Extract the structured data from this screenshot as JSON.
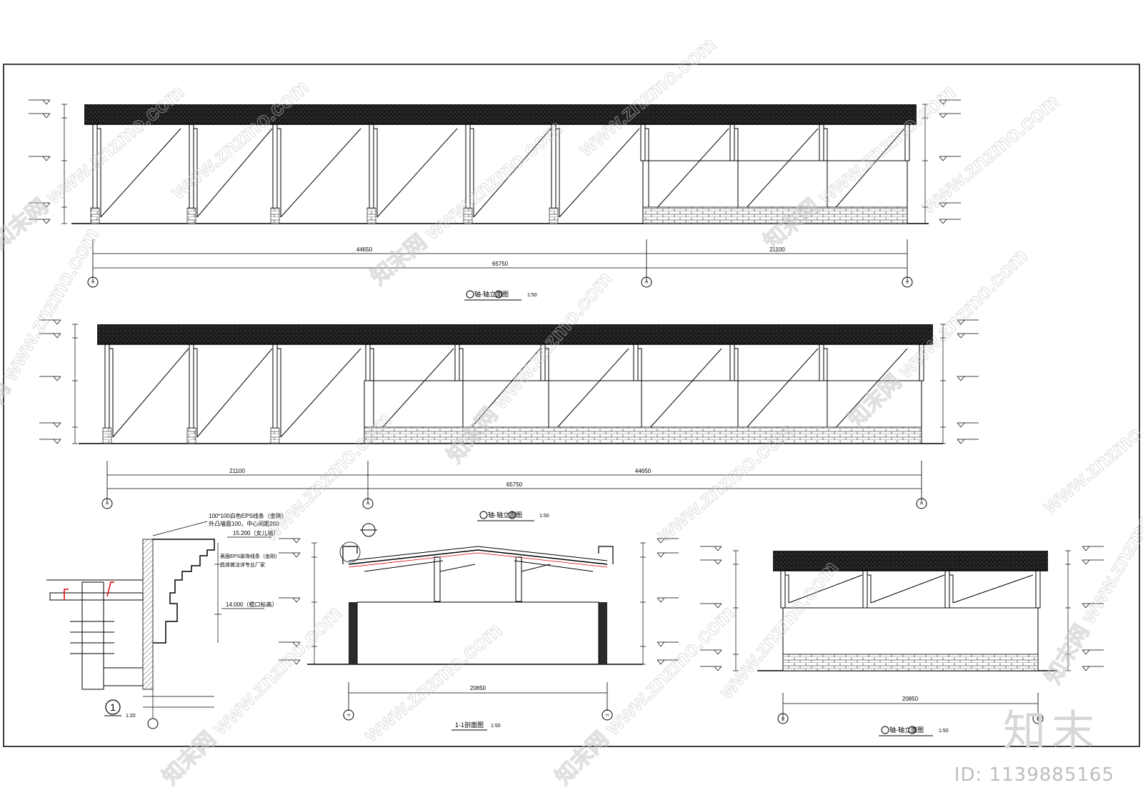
{
  "drawings": {
    "elev_top": {
      "title": "轴-轴立面图",
      "scale": "1:50",
      "dims": [
        "44650",
        "21100",
        "65750"
      ]
    },
    "elev_mid": {
      "title": "轴-轴立面图",
      "scale": "1:50",
      "dims": [
        "21100",
        "44650",
        "65750"
      ]
    },
    "detail": {
      "label": "1",
      "scale": "1:20",
      "notes": [
        "100*100白色EPS线条（金刚）",
        "外凸墙面100，中心间距200",
        "15.200（女儿墙）",
        "表面EPS装饰线条（金刚）",
        "具体做法详专业厂家",
        "14.000（檐口标高）"
      ]
    },
    "section": {
      "title": "1-1剖面图",
      "scale": "1:50",
      "dims": [
        "20850"
      ]
    },
    "elev_side": {
      "title": "轴-轴立面图",
      "scale": "1:50",
      "dims": [
        "20850"
      ]
    }
  },
  "watermark": {
    "text": "www.znzmo.com",
    "cn": "知末网"
  },
  "brand": {
    "logo": "知末",
    "id": "ID: 1139885165"
  }
}
